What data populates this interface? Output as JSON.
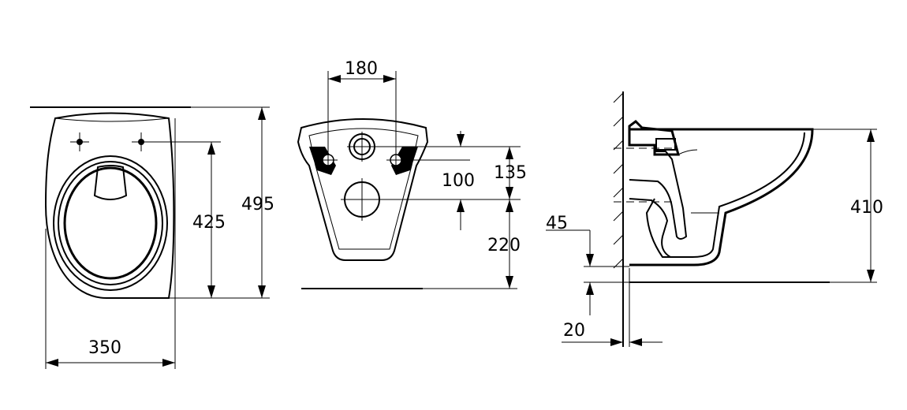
{
  "views": {
    "top": {
      "dim_width": "350",
      "dim_length": "495",
      "dim_holes": "425"
    },
    "back": {
      "dim_bolt_spacing": "180",
      "dim_bolt_height": "135",
      "dim_inlet_offset": "100",
      "dim_outlet_height": "220"
    },
    "side": {
      "dim_height": "410",
      "dim_gap": "45",
      "dim_wall": "20"
    }
  }
}
